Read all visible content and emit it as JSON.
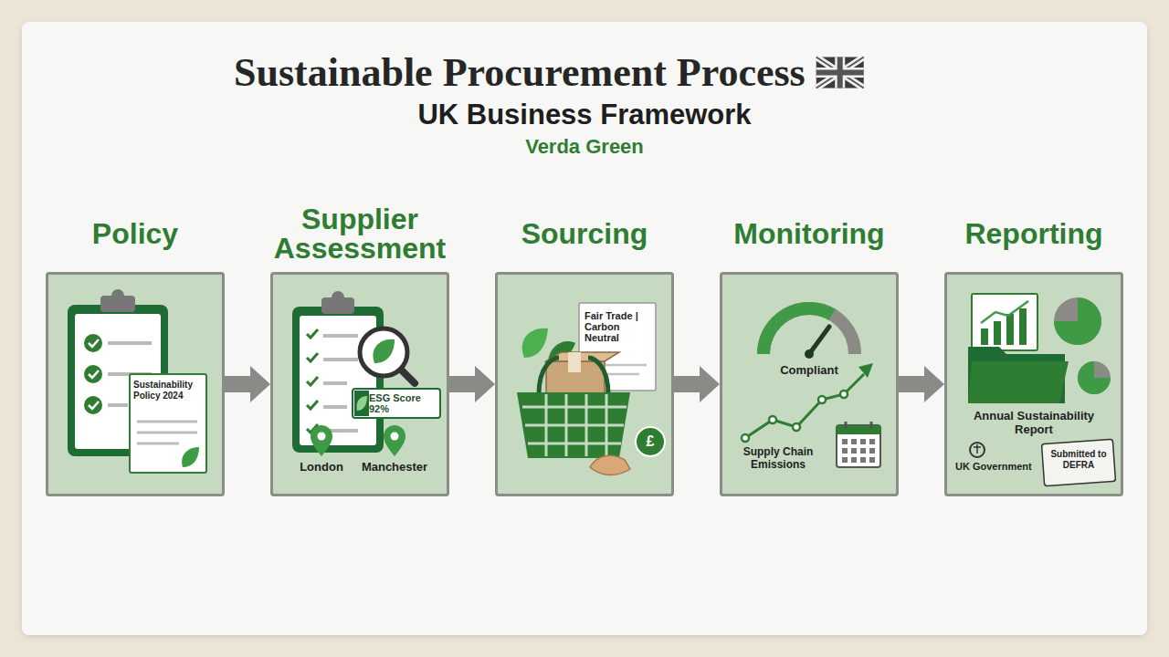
{
  "diagram": {
    "title": "Sustainable Procurement Process",
    "nodes": [
      {
        "text": [
          "Policy",
          "Sustainability Policy 2024"
        ]
      },
      {
        "text": [
          "Supplier Assessment",
          "ESG Score 92%",
          "London",
          "Manchester"
        ]
      },
      {
        "text": [
          "Sourcing",
          "Fair Trade | Carbon Neutral",
          "£"
        ]
      },
      {
        "text": [
          "Monitoring",
          "Compliant",
          "Supply Chain Emissions"
        ]
      },
      {
        "text": [
          "Reporting",
          "Annual Sustainability Report",
          "UK Government",
          "Submitted to DEFRA"
        ]
      }
    ],
    "edges": [
      {
        "from": 0,
        "to": 1,
        "arrow": "to"
      },
      {
        "from": 1,
        "to": 2,
        "arrow": "to"
      },
      {
        "from": 2,
        "to": 3,
        "arrow": "to"
      },
      {
        "from": 3,
        "to": 4,
        "arrow": "to"
      }
    ],
    "labels": [
      "UK Business Framework",
      "Verda Green"
    ]
  }
}
